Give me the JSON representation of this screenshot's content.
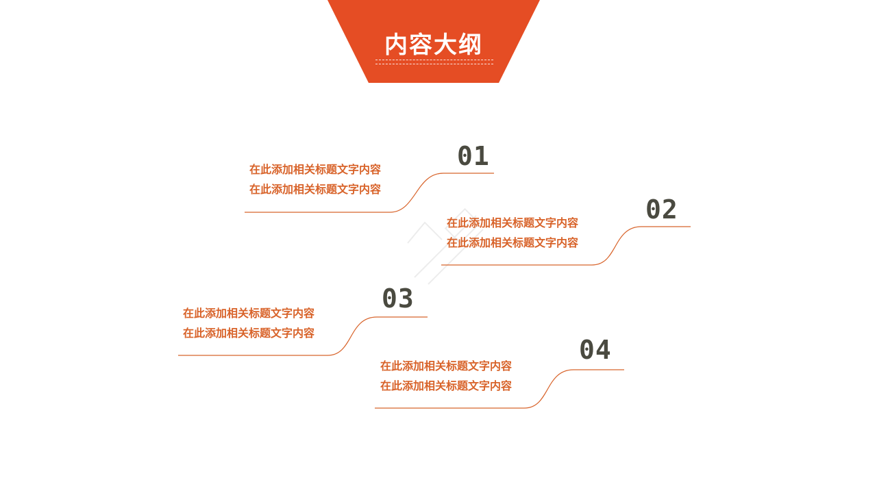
{
  "header": {
    "title": "内容大纲",
    "banner_color": "#e54d24"
  },
  "colors": {
    "accent": "#e54d24",
    "text_orange": "#d8632a",
    "number_gray": "#4a4a40",
    "line": "#d8632a"
  },
  "items": [
    {
      "number": "01",
      "lines": [
        "在此添加相关标题文字内容",
        "在此添加相关标题文字内容"
      ]
    },
    {
      "number": "02",
      "lines": [
        "在此添加相关标题文字内容",
        "在此添加相关标题文字内容"
      ]
    },
    {
      "number": "03",
      "lines": [
        "在此添加相关标题文字内容",
        "在此添加相关标题文字内容"
      ]
    },
    {
      "number": "04",
      "lines": [
        "在此添加相关标题文字内容",
        "在此添加相关标题文字内容"
      ]
    }
  ]
}
